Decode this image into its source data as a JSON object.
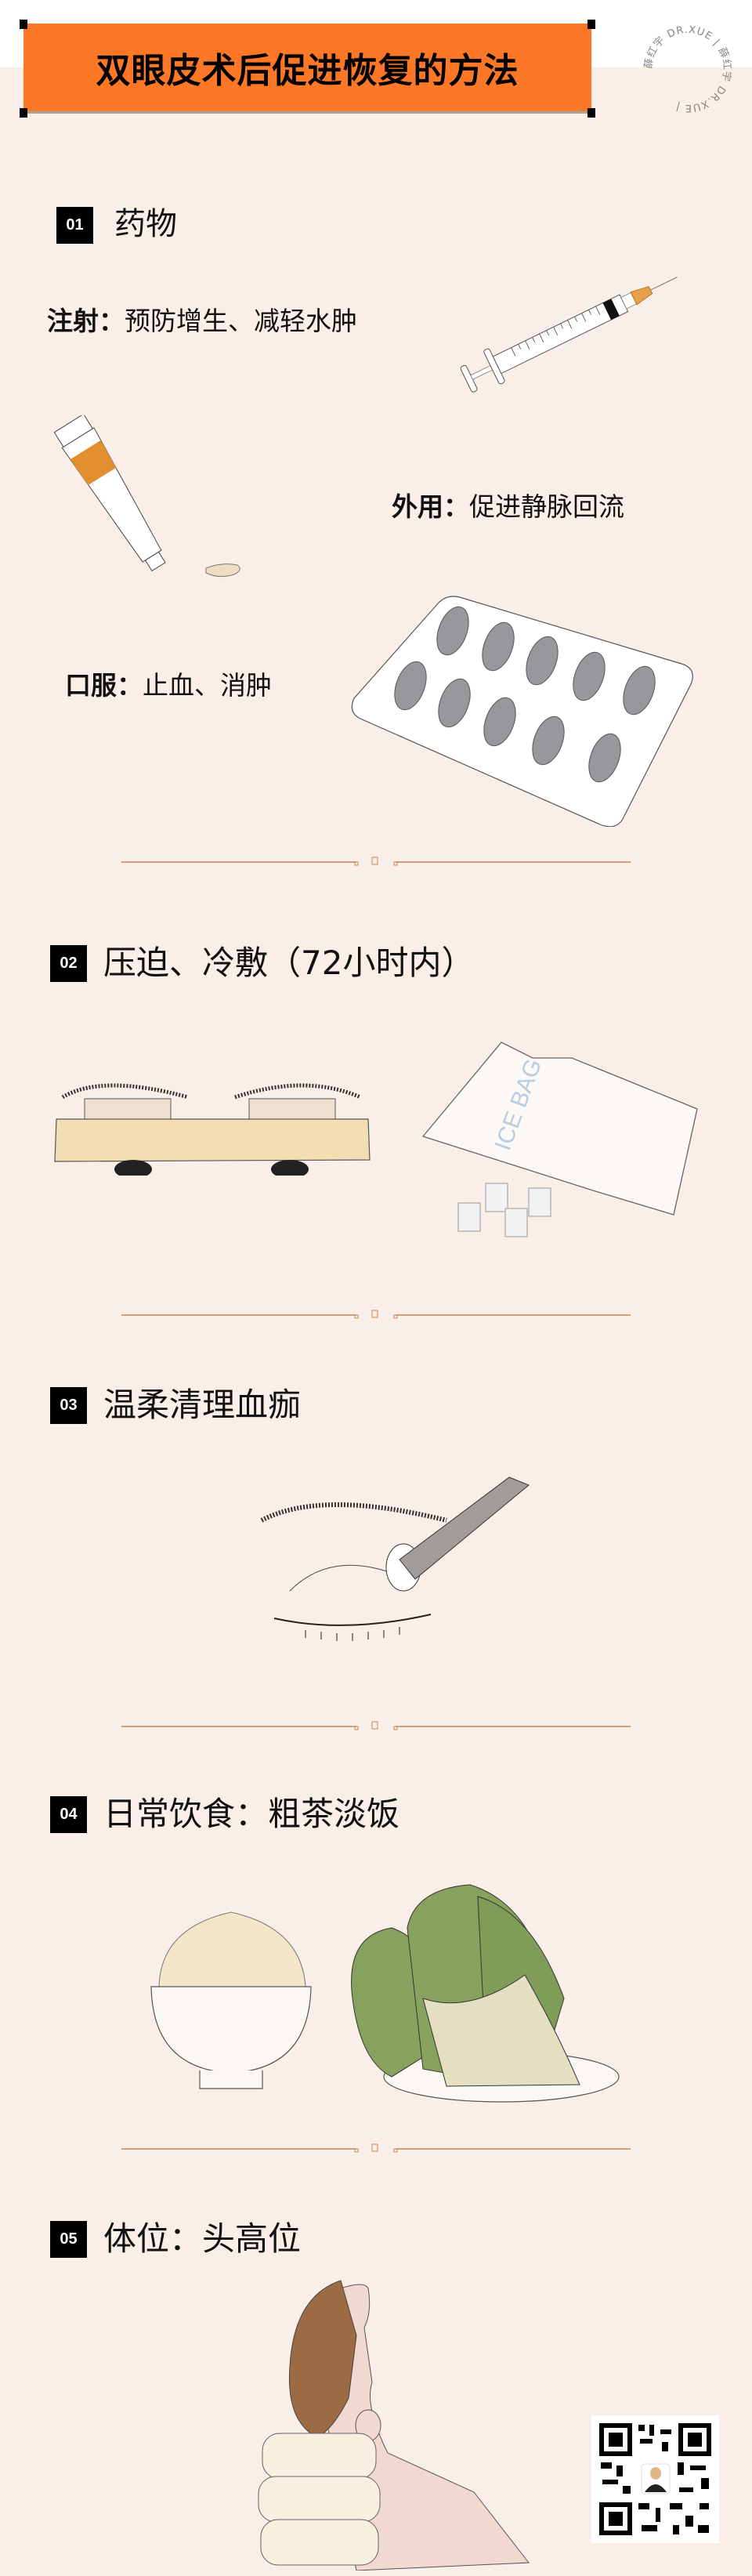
{
  "header": {
    "title": "双眼皮术后促进恢复的方法",
    "stamp_text": "薛红宇 DR.XUE | 薛红宇 DR.XUE | ",
    "banner_color": "#fd7826"
  },
  "sections": [
    {
      "number": "01",
      "title": "药物",
      "items": [
        {
          "label": "注射：",
          "text": "预防增生、减轻水肿",
          "icon": "syringe-illustration"
        },
        {
          "label": "外用：",
          "text": "促进静脉回流",
          "icon": "ointment-tube-illustration"
        },
        {
          "label": "口服：",
          "text": "止血、消肿",
          "icon": "pill-blister-illustration"
        }
      ]
    },
    {
      "number": "02",
      "title": "压迫、冷敷（72小时内）",
      "illustrations": [
        "bandaged-eyes-illustration",
        "ice-bag-illustration"
      ],
      "ice_bag_label": "ICE BAG"
    },
    {
      "number": "03",
      "title": "温柔清理血痂",
      "illustrations": [
        "eye-cleaning-illustration"
      ]
    },
    {
      "number": "04",
      "title": "日常饮食：粗茶淡饭",
      "illustrations": [
        "rice-bowl-illustration",
        "bok-choy-illustration"
      ]
    },
    {
      "number": "05",
      "title": "体位：头高位",
      "illustrations": [
        "head-elevated-illustration"
      ]
    }
  ],
  "footer": {
    "qr_code": "qr-code-icon"
  },
  "colors": {
    "background": "#f9efe8",
    "divider": "#c4875a",
    "badge": "#000000"
  }
}
